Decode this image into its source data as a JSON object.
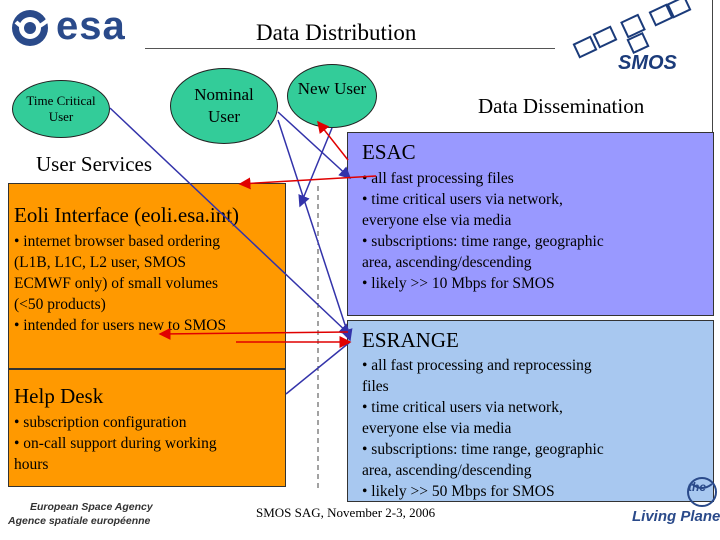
{
  "header": {
    "logo_text": "esa",
    "title": "Data Distribution",
    "smos_label": "SMOS"
  },
  "ellipses": {
    "time_critical": "Time Critical\nUser",
    "nominal": "Nominal\nUser",
    "new_user": "New User"
  },
  "dissemination_title": "Data Dissemination",
  "user_services_title": "User Services",
  "eoli": {
    "title": "Eoli Interface (eoli.esa.int)",
    "bullets": [
      "• internet browser based ordering",
      "(L1B, L1C, L2 user, SMOS",
      "ECMWF only) of small volumes",
      "(<50 products)",
      "• intended for users new to SMOS"
    ]
  },
  "helpdesk": {
    "title": "Help Desk",
    "bullets": [
      "• subscription configuration",
      "• on-call support during working",
      "hours"
    ]
  },
  "esac": {
    "title": "ESAC",
    "bullets": [
      "• all fast processing files",
      "• time critical users via network,",
      "everyone else via media",
      "• subscriptions: time range, geographic",
      "area, ascending/descending",
      "• likely >> 10 Mbps for SMOS"
    ]
  },
  "esrange": {
    "title": "ESRANGE",
    "bullets": [
      "• all fast processing and reprocessing",
      "files",
      "• time critical users via network,",
      "everyone else via media",
      "• subscriptions: time range, geographic",
      "area, ascending/descending",
      "• likely >> 50 Mbps for SMOS"
    ]
  },
  "footer": {
    "agency_en": "European Space Agency",
    "agency_fr": "Agence spatiale européenne",
    "meeting": "SMOS SAG, November 2-3, 2006",
    "living_the": "the",
    "living_planet": "Living Planet"
  },
  "colors": {
    "ellipse_fill": "#33cc99",
    "user_services_fill": "#ff9900",
    "esac_fill": "#9999ff",
    "esrange_fill": "#a8c8f0",
    "arrow_red": "#e00000",
    "arrow_blue": "#3333aa",
    "esa_blue": "#2a4a8a"
  }
}
